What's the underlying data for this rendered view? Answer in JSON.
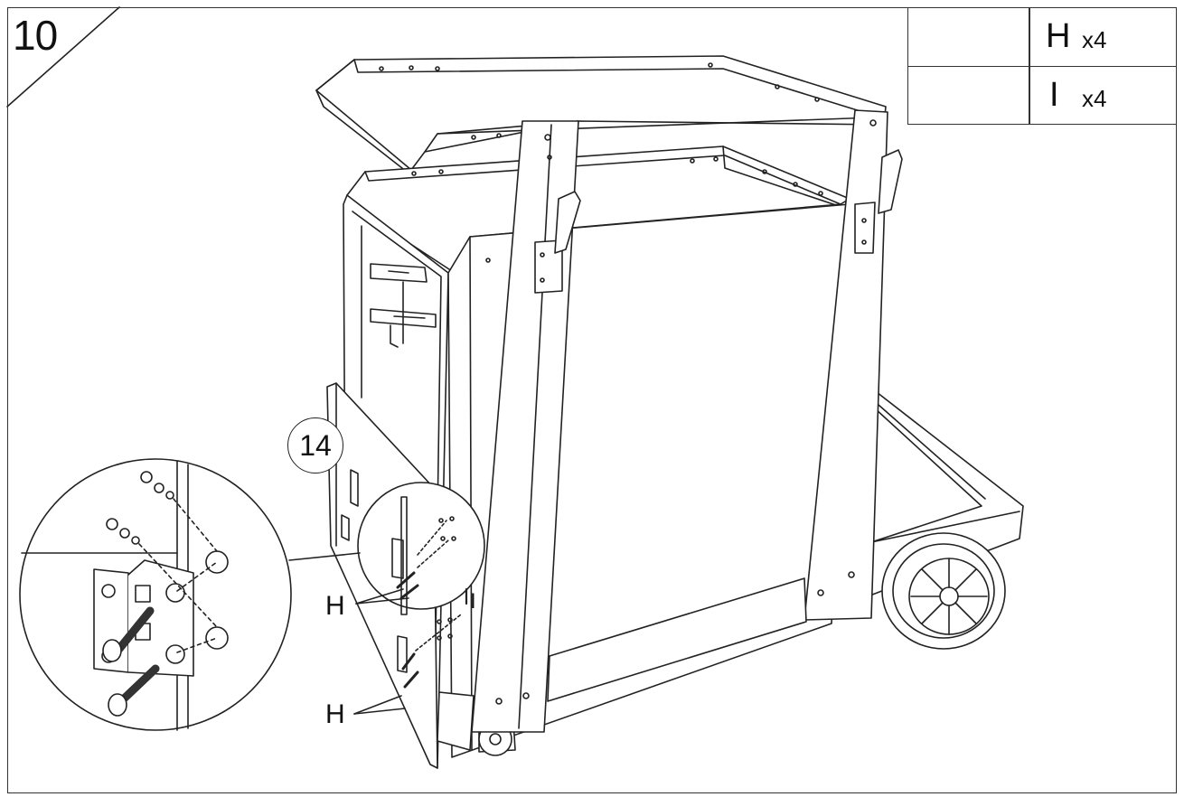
{
  "step": {
    "number": "10"
  },
  "parts": [
    {
      "letter": "H",
      "qty": "x4",
      "icon": "bolt-icon"
    },
    {
      "letter": "I",
      "qty": "x4",
      "icon": "nut-icon"
    }
  ],
  "callout": {
    "part_number": "14"
  },
  "labels": {
    "h_upper": "H",
    "h_lower": "H",
    "i_marker": "I"
  }
}
